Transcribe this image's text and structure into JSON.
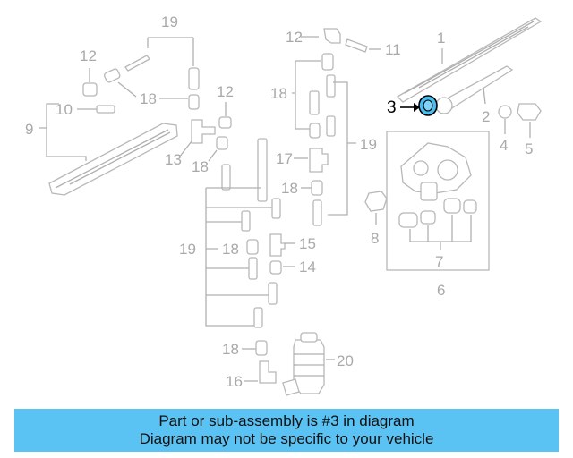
{
  "callouts": {
    "c19a": "19",
    "c12a": "12",
    "c18a": "18",
    "c10": "10",
    "c9": "9",
    "c12b": "12",
    "c13": "13",
    "c18b": "18",
    "c12c": "12",
    "c11": "11",
    "c18c": "18",
    "c17": "17",
    "c19b": "19",
    "c18d": "18",
    "c19c": "19",
    "c18e": "18",
    "c15": "15",
    "c14": "14",
    "c18f": "18",
    "c20": "20",
    "c16": "16",
    "c1": "1",
    "c2": "2",
    "c3": "3",
    "c4": "4",
    "c5": "5",
    "c8": "8",
    "c7": "7",
    "c6": "6"
  },
  "highlight_part": "3",
  "colors": {
    "banner_bg": "#5bc2f4",
    "highlight_fill": "#4bbdf0",
    "line_gray": "#b0b0b0",
    "label_gray": "#a9a9a9"
  },
  "banner": {
    "line1": "Part or sub-assembly is #3 in diagram",
    "line2": "Diagram may not be specific to your vehicle"
  }
}
